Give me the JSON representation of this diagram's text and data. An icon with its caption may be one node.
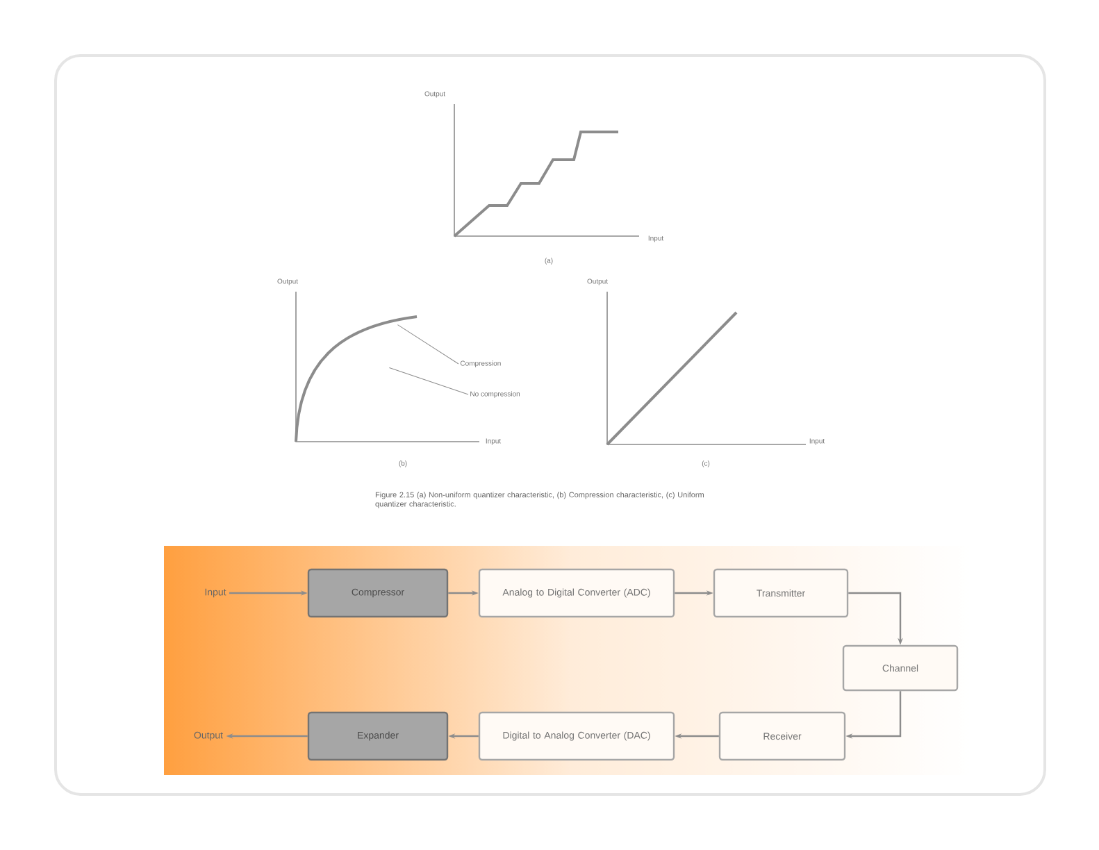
{
  "diagram": {
    "caption": "Figure 2.15 (a) Non-uniform quantizer characteristic, (b) Compression characteristic, (c) Uniform quantizer characteristic.",
    "nodes": [
      {
        "text": [
          "Input"
        ]
      },
      {
        "text": [
          "Compressor"
        ]
      },
      {
        "text": [
          "Analog to Digital Converter (ADC)"
        ]
      },
      {
        "text": [
          "Transmitter"
        ]
      },
      {
        "text": [
          "Channel"
        ]
      },
      {
        "text": [
          "Receiver"
        ]
      },
      {
        "text": [
          "Digital to Analog Converter (DAC)"
        ]
      },
      {
        "text": [
          "Expander"
        ]
      },
      {
        "text": [
          "Output"
        ]
      },
      {
        "text": [
          "Compression"
        ]
      },
      {
        "text": [
          "No compression"
        ]
      },
      {
        "text": [],
        "shape": "picture"
      }
    ],
    "edges": [
      {
        "from": 0,
        "to": 1,
        "arrow": "to"
      },
      {
        "from": 1,
        "to": 2,
        "arrow": "to"
      },
      {
        "from": 2,
        "to": 3,
        "arrow": "to"
      },
      {
        "from": 3,
        "to": 4,
        "arrow": "to"
      },
      {
        "from": 4,
        "to": 5,
        "arrow": "to"
      },
      {
        "from": 5,
        "to": 6,
        "arrow": "to"
      },
      {
        "from": 6,
        "to": 7,
        "arrow": "to"
      },
      {
        "from": 7,
        "to": 8,
        "arrow": "to"
      },
      {
        "from": 9,
        "to": 11,
        "arrow": "none"
      },
      {
        "from": 10,
        "to": 11,
        "arrow": "none"
      }
    ],
    "labels": [
      "Output",
      "Input",
      "(a)",
      "Output",
      "Input",
      "(b)",
      "Output",
      "Input",
      "(c)"
    ]
  }
}
